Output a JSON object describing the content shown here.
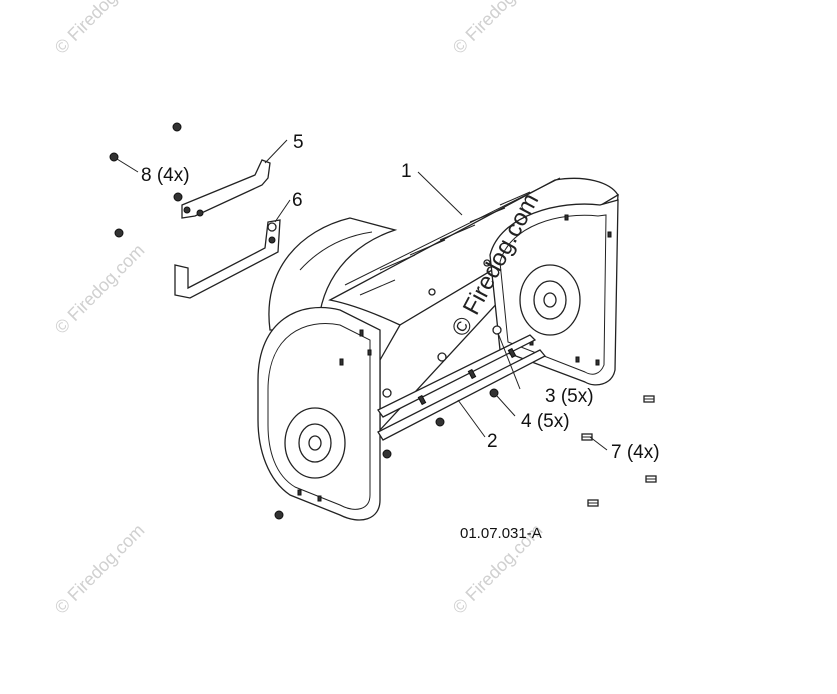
{
  "figure_code": "01.07.031-A",
  "watermark_text": "© Firedog.com",
  "callouts": [
    {
      "id": "1",
      "label": "1"
    },
    {
      "id": "2",
      "label": "2"
    },
    {
      "id": "3",
      "label": "3 (5x)"
    },
    {
      "id": "4",
      "label": "4 (5x)"
    },
    {
      "id": "5",
      "label": "5"
    },
    {
      "id": "6",
      "label": "6"
    },
    {
      "id": "7",
      "label": "7 (4x)"
    },
    {
      "id": "8",
      "label": "8 (4x)"
    }
  ],
  "colors": {
    "line": "#222222",
    "watermark": "#d0d0d0",
    "background": "#ffffff"
  }
}
